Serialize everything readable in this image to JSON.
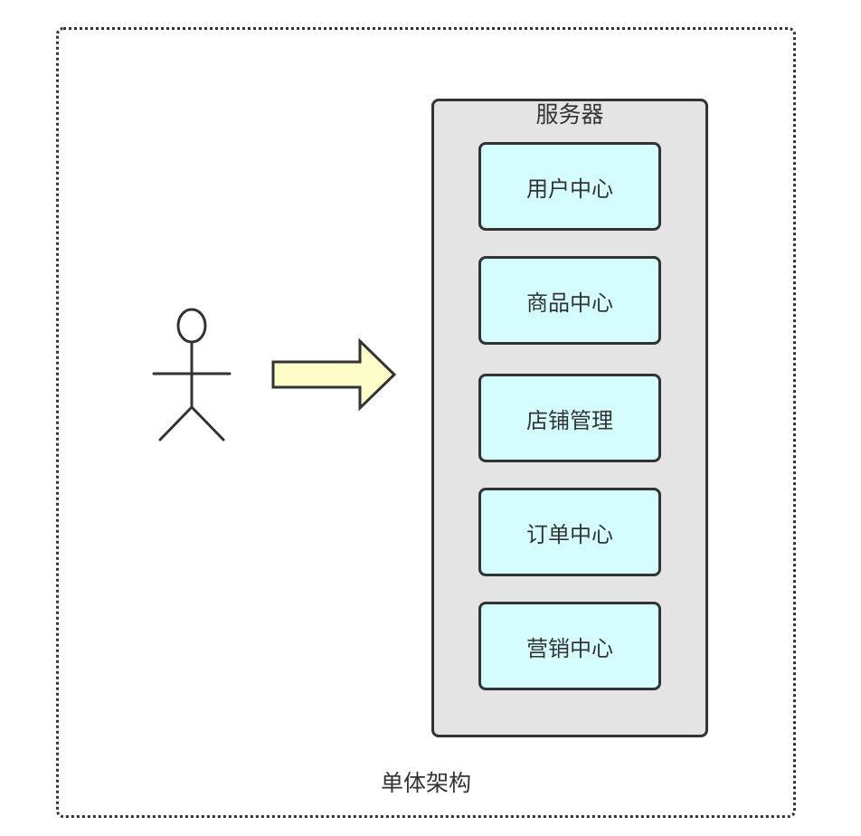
{
  "diagram": {
    "label": "单体架构",
    "server": {
      "title": "服务器",
      "modules": [
        "用户中心",
        "商品中心",
        "店铺管理",
        "订单中心",
        "营销中心"
      ]
    },
    "colors": {
      "stroke": "#333333",
      "server_fill": "#e4e4e4",
      "module_fill": "#d4fcfc",
      "arrow_fill": "#fdfdca"
    },
    "icons": [
      "user-actor-icon",
      "right-arrow-icon"
    ]
  }
}
